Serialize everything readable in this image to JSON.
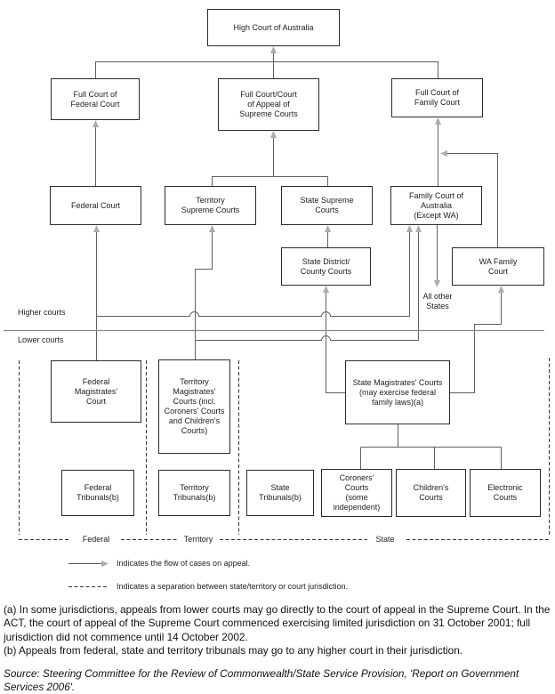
{
  "diagram": {
    "boxes": {
      "high_court": {
        "label": "High Court of Australia"
      },
      "full_federal": {
        "label": "Full Court of\nFederal Court"
      },
      "full_appeal": {
        "label": "Full Court/Court\nof Appeal of\nSupreme Courts"
      },
      "full_family": {
        "label": "Full Court of\nFamily Court"
      },
      "federal_court": {
        "label": "Federal Court"
      },
      "territory_supreme": {
        "label": "Territory\nSupreme Courts"
      },
      "state_supreme": {
        "label": "State Supreme\nCourts"
      },
      "family_court": {
        "label": "Family Court of\nAustralia\n(Except WA)"
      },
      "state_district": {
        "label": "State District/\nCounty Courts"
      },
      "wa_family": {
        "label": "WA Family\nCourt"
      },
      "federal_magistrates": {
        "label": "Federal\nMagistrates'\nCourt"
      },
      "territory_magistrates": {
        "label": "Territory\nMagistrates'\nCourts (incl.\nCoroners' Courts\nand Children's\nCourts)"
      },
      "state_magistrates": {
        "label": "State Magistrates' Courts\n(may exercise federal\nfamily laws)(a)"
      },
      "federal_tribunals": {
        "label": "Federal\nTribunals(b)"
      },
      "territory_tribunals": {
        "label": "Territory\nTribunals(b)"
      },
      "state_tribunals": {
        "label": "State\nTribunals(b)"
      },
      "coroners_courts": {
        "label": "Coroners'\nCourts\n(some\nindependent)"
      },
      "childrens_courts": {
        "label": "Children's\nCourts"
      },
      "electronic_courts": {
        "label": "Electronic\nCourts"
      }
    },
    "labels": {
      "higher_courts": "Higher courts",
      "lower_courts": "Lower courts",
      "all_other_states": "All other\nStates",
      "region_federal": "Federal",
      "region_territory": "Territory",
      "region_state": "State"
    }
  },
  "legend": {
    "appeal_flow": "Indicates the flow of cases on appeal.",
    "separation": "Indicates a separation between state/territory or court jurisdiction."
  },
  "footnotes": {
    "a": "(a) In some jurisdictions, appeals from lower courts may go directly to the court of appeal in the Supreme Court. In the ACT, the court of appeal of the Supreme Court commenced exercising limited jurisdiction on 31 October 2001; full jurisdiction did not commence until 14 October 2002.",
    "b": "(b) Appeals from federal, state and territory tribunals may go to any higher court in their jurisdiction."
  },
  "source": "Source: Steering Committee for the Review of Commonwealth/State Service Provision, 'Report on Government Services 2006'.",
  "colors": {
    "box_border": "#2b2b2b",
    "flow_line": "#606060",
    "arrowhead": "#b3aaa6",
    "divider_line": "#8a8a8a",
    "dashed_line": "#333333",
    "text": "#1e1e1e"
  }
}
